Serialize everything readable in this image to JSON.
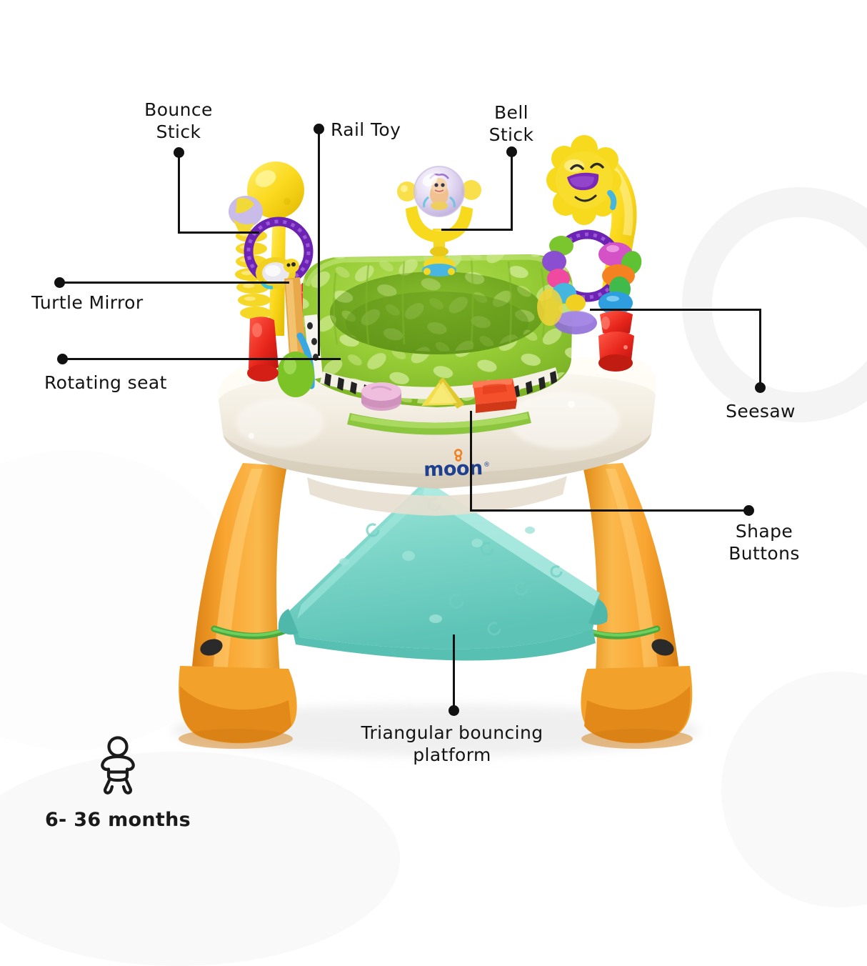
{
  "page": {
    "type": "product-feature-infographic",
    "background_color": "#ffffff",
    "subject": "baby activity jumper bouncer"
  },
  "brand": {
    "name": "moon",
    "wordmark_color": "#1f3f8f",
    "mark_color": "#f08020"
  },
  "callouts": [
    {
      "id": "bounce-stick",
      "label": "Bounce\nStick"
    },
    {
      "id": "rail-toy",
      "label": "Rail Toy"
    },
    {
      "id": "bell-stick",
      "label": "Bell\nStick"
    },
    {
      "id": "turtle-mirror",
      "label": "Turtle Mirror"
    },
    {
      "id": "rotating-seat",
      "label": "Rotating seat"
    },
    {
      "id": "seesaw",
      "label": "Seesaw"
    },
    {
      "id": "shape-buttons",
      "label": "Shape\nButtons"
    },
    {
      "id": "platform",
      "label": "Triangular bouncing\nplatform"
    }
  ],
  "age_badge": {
    "icon": "baby-icon",
    "text": "6- 36 months"
  },
  "colors": {
    "leader_line": "#111111",
    "label_text": "#141414",
    "seat_green": "#8cc63f",
    "leg_orange": "#f59521",
    "platform_mint": "#7fd9cd",
    "tray_cream": "#efe9dc",
    "toy_yellow": "#f7dc20",
    "toy_purple": "#7b28b8",
    "toy_red": "#e8261c"
  }
}
